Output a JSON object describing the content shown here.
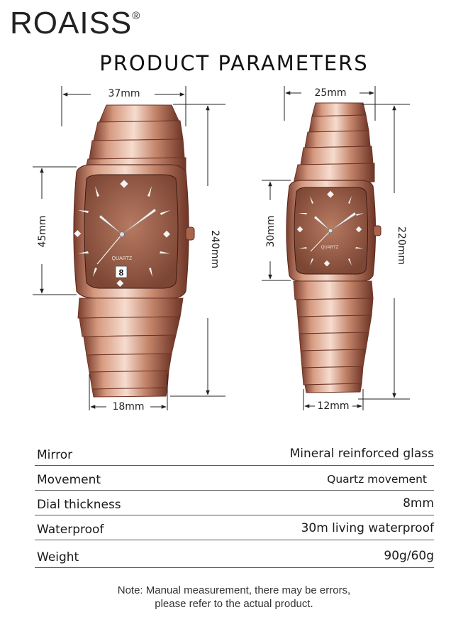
{
  "brand": {
    "name": "ROAISS",
    "mark": "®"
  },
  "title": "PRODUCT PARAMETERS",
  "colors": {
    "rose_gold": "#c98b72",
    "rose_gold_dark": "#8a4a38",
    "rose_gold_light": "#f2d4c6",
    "dial": "#a2644e"
  },
  "watches": {
    "large": {
      "case_width": "37mm",
      "case_height": "45mm",
      "total_length": "240mm",
      "band_width": "18mm",
      "dial_text": "QUARTZ",
      "date": "8"
    },
    "small": {
      "case_width": "25mm",
      "case_height": "30mm",
      "total_length": "220mm",
      "band_width": "12mm",
      "dial_text": "QUARTZ"
    }
  },
  "params": [
    {
      "label": "Mirror",
      "value": "Mineral reinforced glass"
    },
    {
      "label": "Movement",
      "value": "Quartz movement"
    },
    {
      "label": "Dial thickness",
      "value": "8mm"
    },
    {
      "label": "Waterproof",
      "value": "30m living waterproof"
    },
    {
      "label": "Weight",
      "value": "90g/60g"
    }
  ],
  "note": {
    "line1": "Note: Manual measurement, there may be errors,",
    "line2": "please refer to the actual product."
  }
}
